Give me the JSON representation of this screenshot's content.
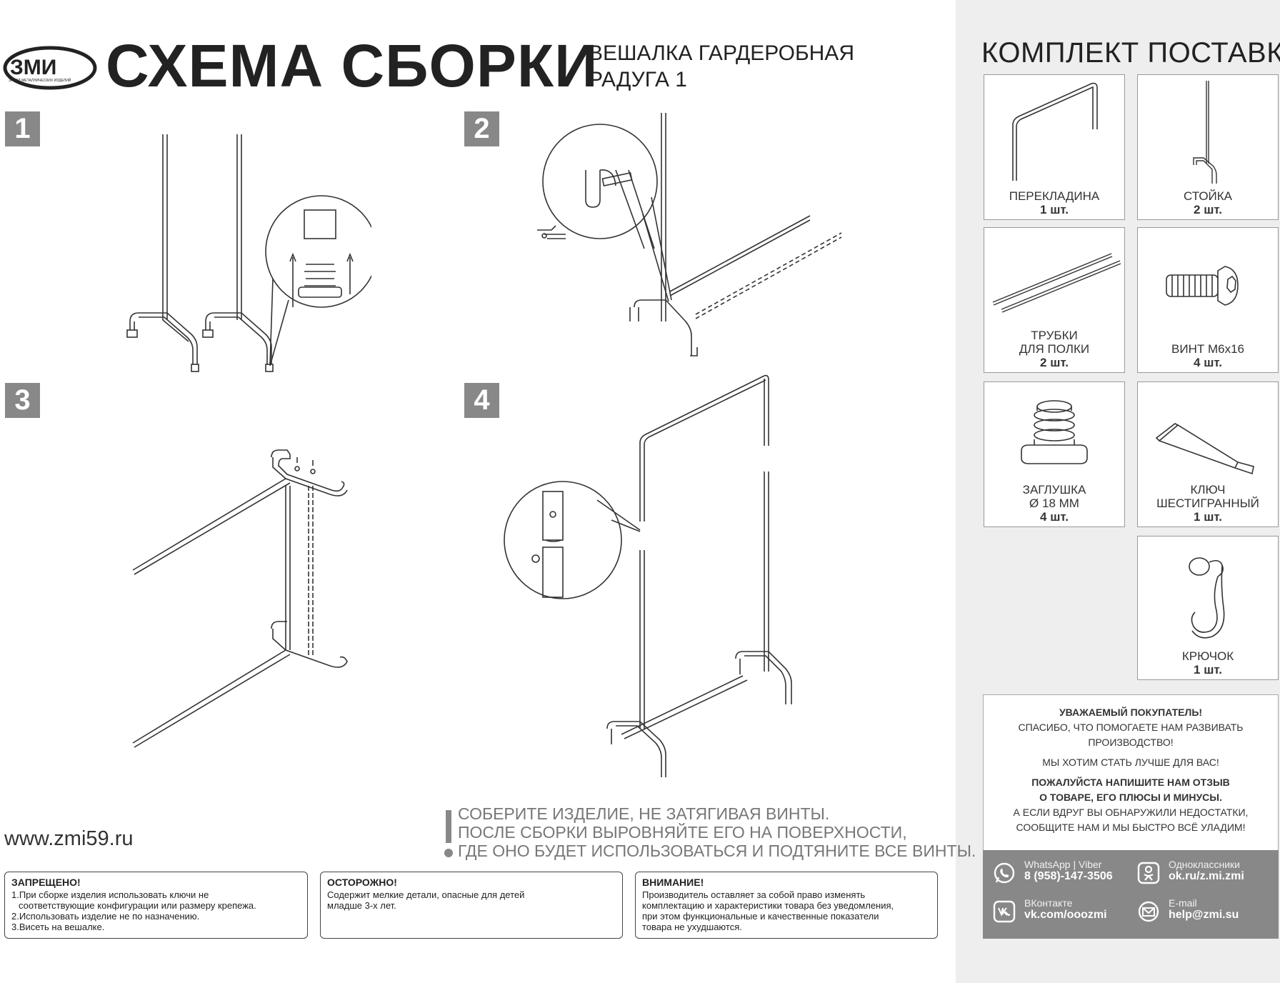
{
  "logo": {
    "text": "ЗМИ",
    "tagline": "ЗАВОД МЕТАЛЛИЧЕСКИХ ИЗДЕЛИЙ"
  },
  "header": {
    "title": "СХЕМА СБОРКИ",
    "subtitle_line1": "ВЕШАЛКА ГАРДЕРОБНАЯ",
    "subtitle_line2": "РАДУГА 1"
  },
  "steps": [
    "1",
    "2",
    "3",
    "4"
  ],
  "website": "www.zmi59.ru",
  "assembly_note": {
    "line1": "СОБЕРИТЕ ИЗДЕЛИЕ, НЕ ЗАТЯГИВАЯ ВИНТЫ.",
    "line2": "ПОСЛЕ СБОРКИ ВЫРОВНЯЙТЕ ЕГО НА ПОВЕРХНОСТИ,",
    "line3": "ГДЕ ОНО БУДЕТ ИСПОЛЬЗОВАТЬСЯ И ПОДТЯНИТЕ ВСЕ ВИНТЫ."
  },
  "warnings": {
    "forbidden": {
      "title": "ЗАПРЕЩЕНО!",
      "item1a": "1.При сборке изделия использовать ключи не",
      "item1b": "соответствующие конфигурации или размеру крепежа.",
      "item2": "2.Использовать изделие не по назначению.",
      "item3": "3.Висеть на вешалке."
    },
    "caution": {
      "title": "ОСТОРОЖНО!",
      "line1": "Содержит мелкие детали, опасные для детей",
      "line2": "младше 3-х лет."
    },
    "attention": {
      "title": "ВНИМАНИЕ!",
      "line1": "Производитель оставляет за собой право изменять",
      "line2": "комплектацию и характеристики товара без уведомления,",
      "line3": "при этом функциональные и качественные показатели",
      "line4": "товара не ухудшаются."
    }
  },
  "kit": {
    "title": "КОМПЛЕКТ ПОСТАВКИ",
    "items": [
      {
        "name": "ПЕРЕКЛАДИНА",
        "name2": "",
        "name3": "",
        "qty": "1 шт.",
        "icon": "crossbar-icon"
      },
      {
        "name": "СТОЙКА",
        "name2": "",
        "name3": "",
        "qty": "2 шт.",
        "icon": "stand-icon"
      },
      {
        "name": "ТРУБКИ",
        "name2": "ДЛЯ ПОЛКИ",
        "name3": "",
        "qty": "2 шт.",
        "icon": "shelf-tubes-icon"
      },
      {
        "name": "ВИНТ М6х16",
        "name2": "",
        "name3": "",
        "qty": "4 шт.",
        "icon": "screw-icon"
      },
      {
        "name": "ЗАГЛУШКА",
        "name2": "Ø 18 ММ",
        "name3": "",
        "qty": "4 шт.",
        "icon": "end-cap-icon"
      },
      {
        "name": "КЛЮЧ",
        "name2": "ШЕСТИГРАННЫЙ",
        "name3": "",
        "qty": "1 шт.",
        "icon": "hex-key-icon"
      },
      {
        "name": "КРЮЧОК",
        "name2": "",
        "name3": "",
        "qty": "1 шт.",
        "icon": "hook-icon"
      }
    ]
  },
  "customer_notice": {
    "heading": "УВАЖАЕМЫЙ ПОКУПАТЕЛЬ!",
    "thanks1": "СПАСИБО, ЧТО ПОМОГАЕТЕ НАМ РАЗВИВАТЬ",
    "thanks2": "ПРОИЗВОДСТВО!",
    "better": "МЫ ХОТИМ СТАТЬ ЛУЧШЕ ДЛЯ ВАС!",
    "review1": "ПОЖАЛУЙСТА НАПИШИТЕ НАМ ОТЗЫВ",
    "review2": "О ТОВАРЕ, ЕГО ПЛЮСЫ И МИНУСЫ.",
    "issue1": "А ЕСЛИ ВДРУГ ВЫ ОБНАРУЖИЛИ НЕДОСТАТКИ,",
    "issue2": "СООБЩИТЕ НАМ И МЫ БЫСТРО ВСЁ УЛАДИМ!"
  },
  "contacts": {
    "whatsapp_label": "WhatsApp | Viber",
    "whatsapp_value": "8 (958)-147-3506",
    "ok_label": "Одноклассники",
    "ok_value": "ok.ru/z.mi.zmi",
    "vk_label": "ВКонтакте",
    "vk_value": "vk.com/ooozmi",
    "email_label": "E-mail",
    "email_value": "help@zmi.su"
  }
}
